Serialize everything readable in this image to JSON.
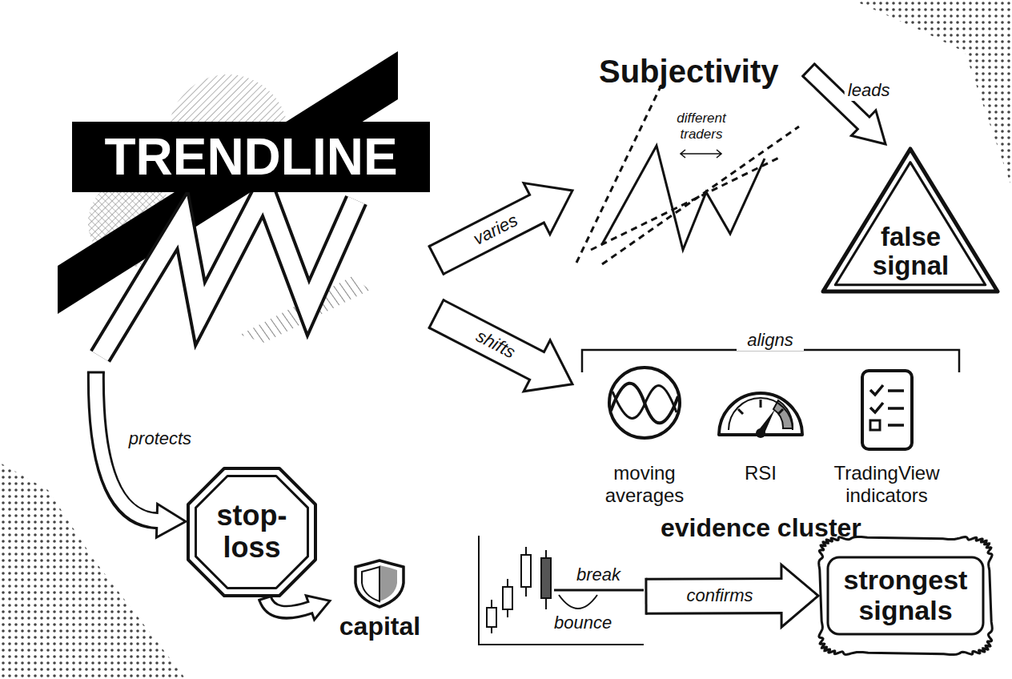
{
  "diagram": {
    "nodes": [
      {
        "text": [
          "TRENDLINE"
        ]
      },
      {
        "text": [
          "Subjectivity",
          "different traders"
        ]
      },
      {
        "text": [
          "false signal"
        ]
      },
      {
        "text": [
          "aligns"
        ]
      },
      {
        "text": [
          "moving averages"
        ],
        "in": 3
      },
      {
        "text": [
          "RSI"
        ],
        "in": 3
      },
      {
        "text": [
          "TradingView indicators"
        ],
        "in": 3
      },
      {
        "text": [
          "stop-loss"
        ]
      },
      {
        "text": [
          "capital"
        ]
      },
      {
        "text": [
          "break",
          "bounce"
        ]
      },
      {
        "text": [
          "strongest signals"
        ]
      }
    ],
    "edges": [
      {
        "from": 0,
        "to": 1,
        "label": "varies",
        "arrow": "to"
      },
      {
        "from": 1,
        "to": 2,
        "label": "leads",
        "arrow": "to"
      },
      {
        "from": 0,
        "to": 3,
        "label": "shifts",
        "arrow": "to"
      },
      {
        "from": 0,
        "to": 7,
        "label": "protects",
        "arrow": "to"
      },
      {
        "from": 7,
        "to": 8,
        "arrow": "to"
      },
      {
        "from": 9,
        "to": 10,
        "label": "confirms",
        "arrow": "to"
      }
    ],
    "labels": [
      "evidence cluster"
    ]
  }
}
